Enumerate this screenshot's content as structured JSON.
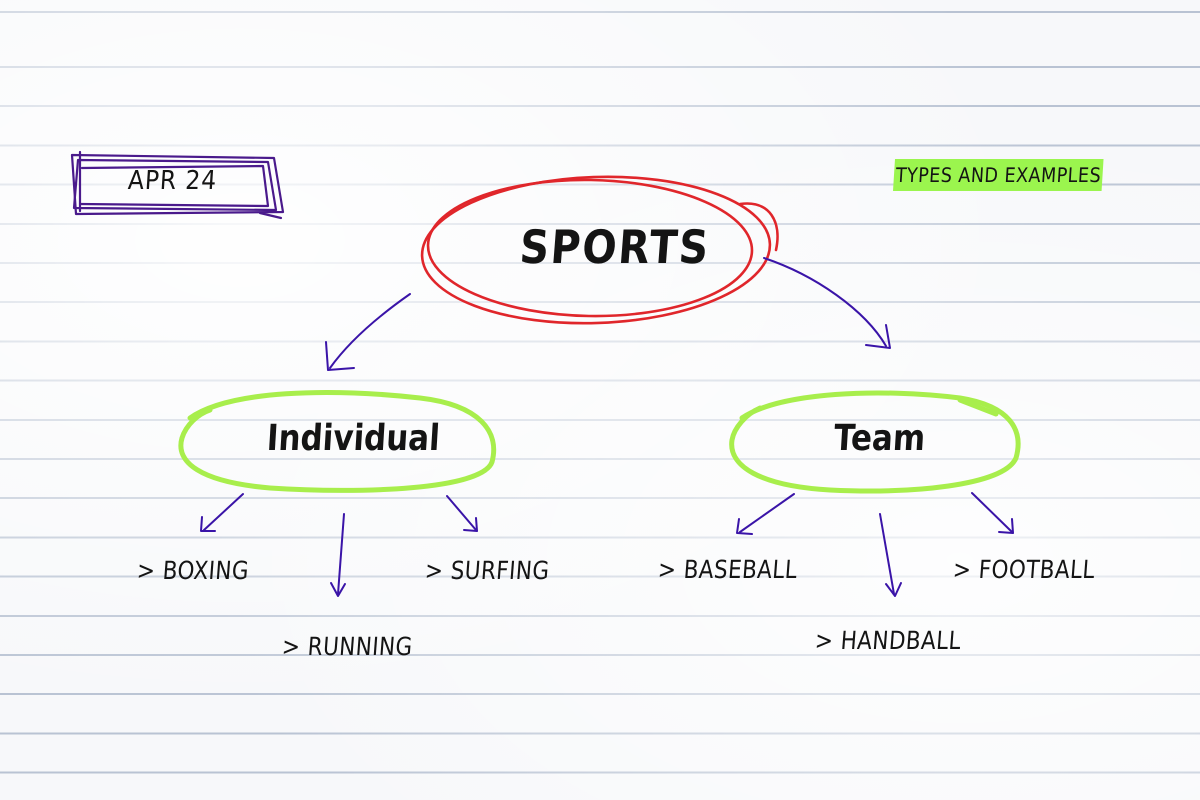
{
  "date": "APR 24",
  "tag": "TYPES AND EXAMPLES",
  "title": "SPORTS",
  "branches": [
    {
      "label": "Individual",
      "items": [
        "> BOXING",
        "> RUNNING",
        "> SURFING"
      ]
    },
    {
      "label": "Team",
      "items": [
        "> BASEBALL",
        "> HANDBALL",
        "> FOOTBALL"
      ]
    }
  ],
  "colors": {
    "paper": "#f7f8fa",
    "rule_line": "#b9c3d3",
    "date_box": "#4a1a8c",
    "title_ellipse": "#e0262b",
    "branch_ellipse": "#a8ee4c",
    "arrow": "#3a14a8",
    "tag_highlight": "#9bf54e",
    "ink": "#141414"
  }
}
